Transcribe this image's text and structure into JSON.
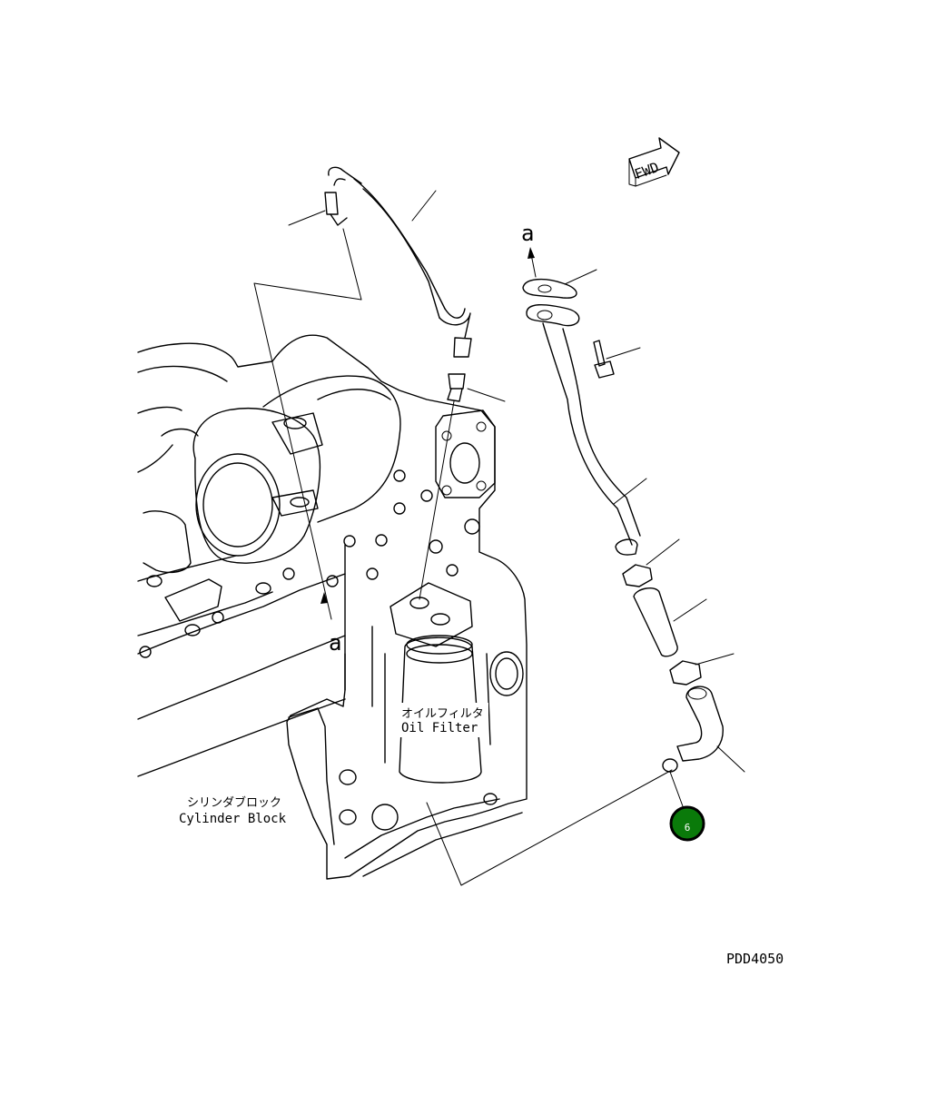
{
  "diagram": {
    "fwd_label": "FWD",
    "ref_top": "a",
    "ref_bottom": "a",
    "oil_filter_jp": "オイルフィルタ",
    "oil_filter_en": "Oil Filter",
    "cylinder_block_jp": "シリンダブロック",
    "cylinder_block_en": "Cylinder Block",
    "callout_number": "6",
    "drawing_code": "PDD4050"
  },
  "colors": {
    "line": "#000000",
    "background": "#ffffff",
    "callout_fill": "#0a7a0a",
    "callout_text": "#ffffff"
  }
}
